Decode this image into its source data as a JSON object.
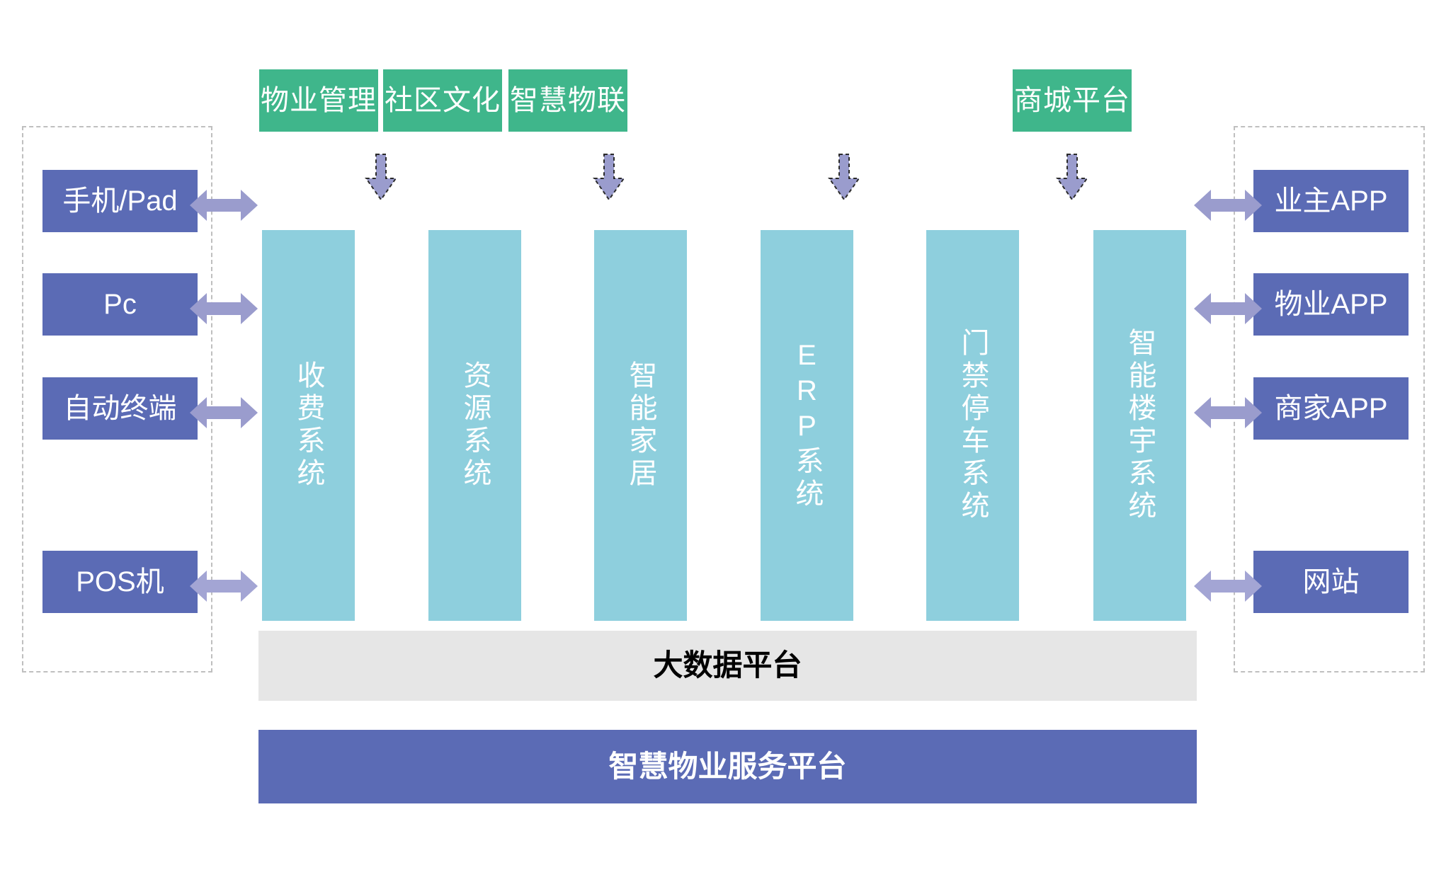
{
  "diagram": {
    "title_bottom": "智慧物业服务平台",
    "data_platform": "大数据平台",
    "colors": {
      "green": "#3fb68b",
      "blue": "#5b6bb5",
      "teal": "#8ecfdd",
      "grey": "#e6e6e6",
      "arrow_purple": "#9a9ccd",
      "arrow_outline": "#2b2b2b",
      "dashed_border": "#bfbfbf"
    },
    "top_modules": [
      {
        "label": "物业管理"
      },
      {
        "label": "社区文化"
      },
      {
        "label": "智慧物联"
      },
      {
        "label": "商城平台"
      }
    ],
    "down_arrows": [
      {
        "name": "down-arrow-1"
      },
      {
        "name": "down-arrow-2"
      },
      {
        "name": "down-arrow-3"
      },
      {
        "name": "down-arrow-4"
      }
    ],
    "left_group": {
      "items": [
        {
          "label": "手机/Pad"
        },
        {
          "label": "Pc"
        },
        {
          "label": "自动终端"
        },
        {
          "label": "POS机"
        }
      ]
    },
    "right_group": {
      "items": [
        {
          "label": "业主APP"
        },
        {
          "label": "物业APP"
        },
        {
          "label": "商家APP"
        },
        {
          "label": "网站"
        }
      ]
    },
    "systems": [
      {
        "label": "收费系统"
      },
      {
        "label": "资源系统"
      },
      {
        "label": "智能家居"
      },
      {
        "label": "ERP系统"
      },
      {
        "label": "门禁停车系统"
      },
      {
        "label": "智能楼宇系统"
      }
    ]
  }
}
